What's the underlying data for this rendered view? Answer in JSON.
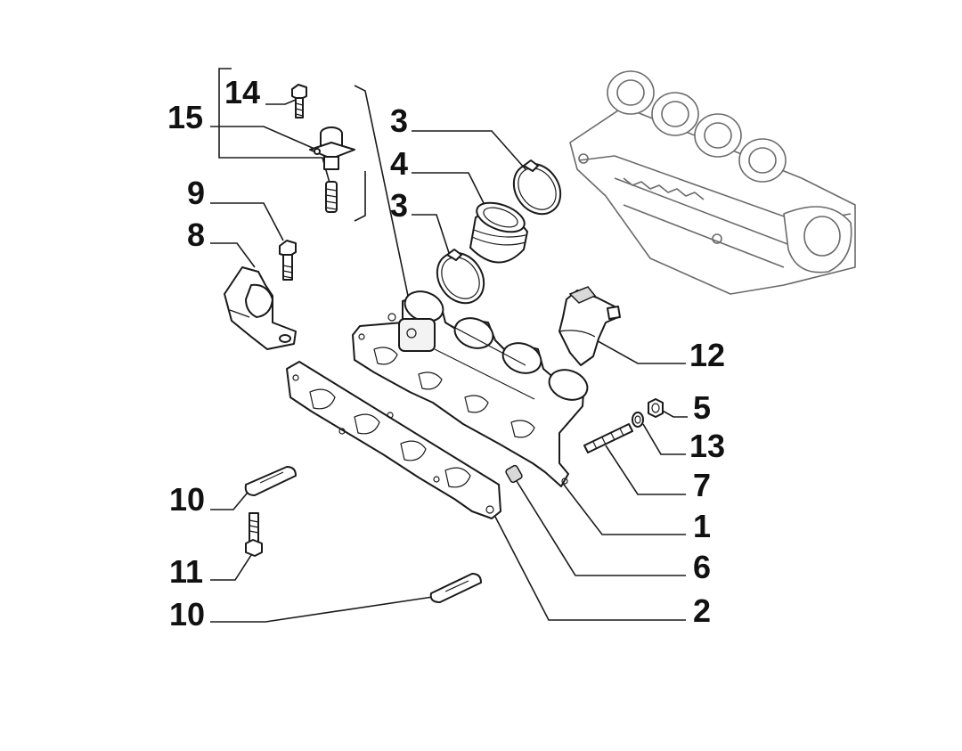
{
  "callouts": [
    {
      "id": "c14",
      "label": "14"
    },
    {
      "id": "c15",
      "label": "15"
    },
    {
      "id": "c9",
      "label": "9"
    },
    {
      "id": "c8",
      "label": "8"
    },
    {
      "id": "c3a",
      "label": "3"
    },
    {
      "id": "c4",
      "label": "4"
    },
    {
      "id": "c3b",
      "label": "3"
    },
    {
      "id": "c12",
      "label": "12"
    },
    {
      "id": "c5",
      "label": "5"
    },
    {
      "id": "c13",
      "label": "13"
    },
    {
      "id": "c7",
      "label": "7"
    },
    {
      "id": "c1",
      "label": "1"
    },
    {
      "id": "c6",
      "label": "6"
    },
    {
      "id": "c2",
      "label": "2"
    },
    {
      "id": "c10a",
      "label": "10"
    },
    {
      "id": "c11",
      "label": "11"
    },
    {
      "id": "c10b",
      "label": "10"
    }
  ]
}
